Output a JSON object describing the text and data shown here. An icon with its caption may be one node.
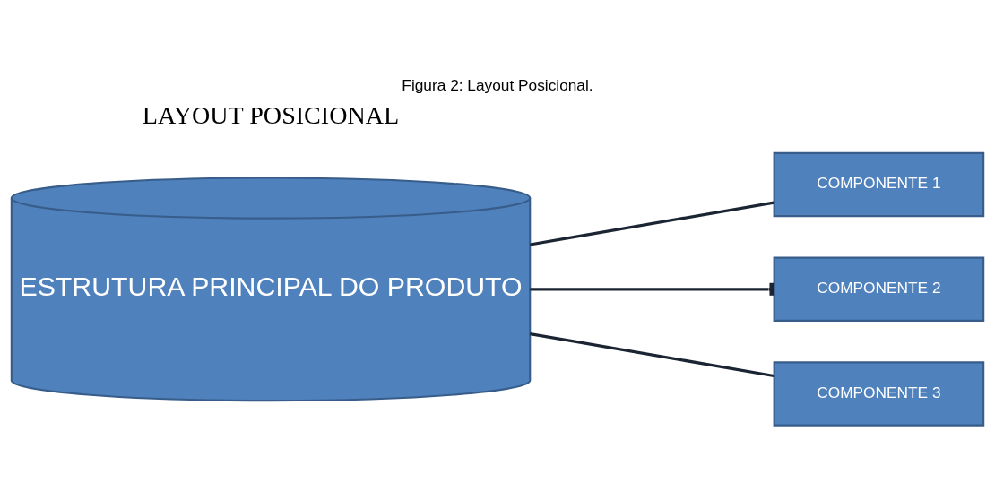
{
  "diagram": {
    "title": "LAYOUT POSICIONAL",
    "caption": "Figura 2: Layout Posicional.",
    "nodes": [
      {
        "text": [
          "ESTRUTURA PRINCIPAL DO PRODUTO"
        ]
      },
      {
        "text": [
          "COMPONENTE 1"
        ]
      },
      {
        "text": [
          "COMPONENTE 2"
        ]
      },
      {
        "text": [
          "COMPONENTE 3"
        ]
      }
    ],
    "edges": [
      {
        "from": 0,
        "to": 1,
        "arrow": "none"
      },
      {
        "from": 0,
        "to": 2,
        "arrow": "other"
      },
      {
        "from": 0,
        "to": 3,
        "arrow": "none"
      }
    ]
  }
}
